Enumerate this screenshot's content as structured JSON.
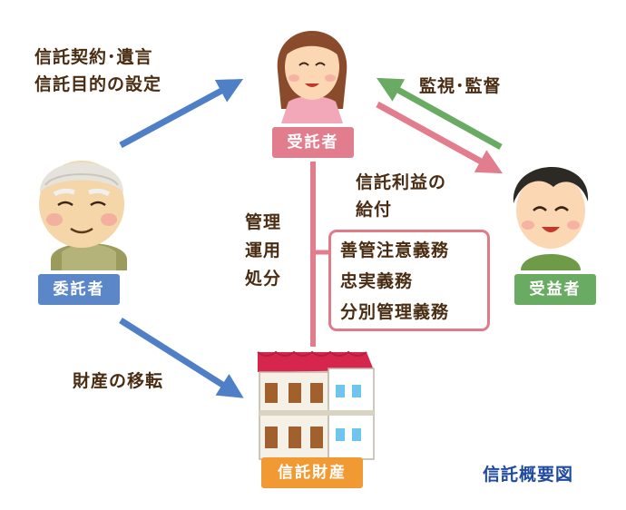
{
  "labels": {
    "contract_line1": "信託契約･遺言",
    "contract_line2": "信託目的の設定",
    "monitor": "監視･監督",
    "benefit_line1": "信託利益の",
    "benefit_line2": "給付",
    "manage_line1": "管理",
    "manage_line2": "運用",
    "manage_line3": "処分",
    "transfer": "財産の移転",
    "caption": "信託概要図"
  },
  "duties": [
    "善管注意義務",
    "忠実義務",
    "分別管理義務"
  ],
  "roles": {
    "trustee": "受託者",
    "settlor": "委託者",
    "beneficiary": "受益者",
    "property": "信託財産"
  },
  "colors": {
    "trustee": "#e27d8e",
    "settlor": "#5b87c9",
    "beneficiary": "#6aab63",
    "property": "#f19a34",
    "arrow_blue": "#4f7fc6",
    "arrow_green": "#6aab63",
    "arrow_pink": "#e27d8e",
    "caption": "#1f4aa0"
  }
}
